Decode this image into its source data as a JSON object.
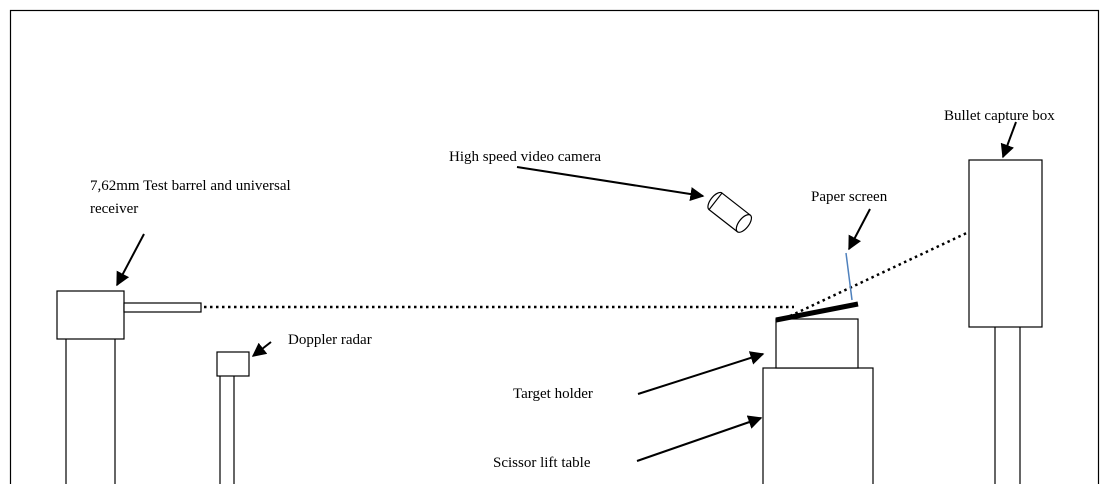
{
  "labels": {
    "test_barrel": [
      "7,62mm Test barrel and universal",
      "receiver"
    ],
    "camera": "High speed video camera",
    "bullet_capture_box": "Bullet capture box",
    "paper_screen": "Paper screen",
    "doppler_radar": "Doppler radar",
    "target_holder": "Target holder",
    "scissor_lift_table": "Scissor lift table"
  },
  "colors": {
    "line": "#000000",
    "paper_screen_leader": "#4f81bd",
    "background": "#ffffff"
  }
}
